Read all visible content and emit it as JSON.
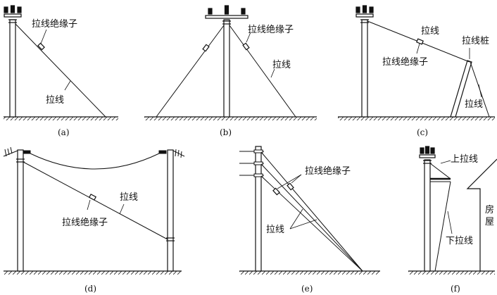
{
  "panels": {
    "a": {
      "caption": "(a)",
      "insulator_label": "拉线绝缘子",
      "guy_label": "拉线"
    },
    "b": {
      "caption": "(b)",
      "insulator_label": "拉线绝缘子",
      "guy_label": "拉线"
    },
    "c": {
      "caption": "(c)",
      "guy_label": "拉线",
      "insulator_label": "拉线绝缘子",
      "stake_label": "拉线桩",
      "lower_guy_label": "拉线"
    },
    "d": {
      "caption": "(d)",
      "guy_label": "拉线",
      "insulator_label": "拉线绝缘子"
    },
    "e": {
      "caption": "(e)",
      "insulator_label": "拉线绝缘子",
      "guy_label": "拉线"
    },
    "f": {
      "caption": "(f)",
      "upper_guy_label": "上拉线",
      "lower_guy_label": "下拉线",
      "house_char_1": "房",
      "house_char_2": "屋"
    }
  }
}
